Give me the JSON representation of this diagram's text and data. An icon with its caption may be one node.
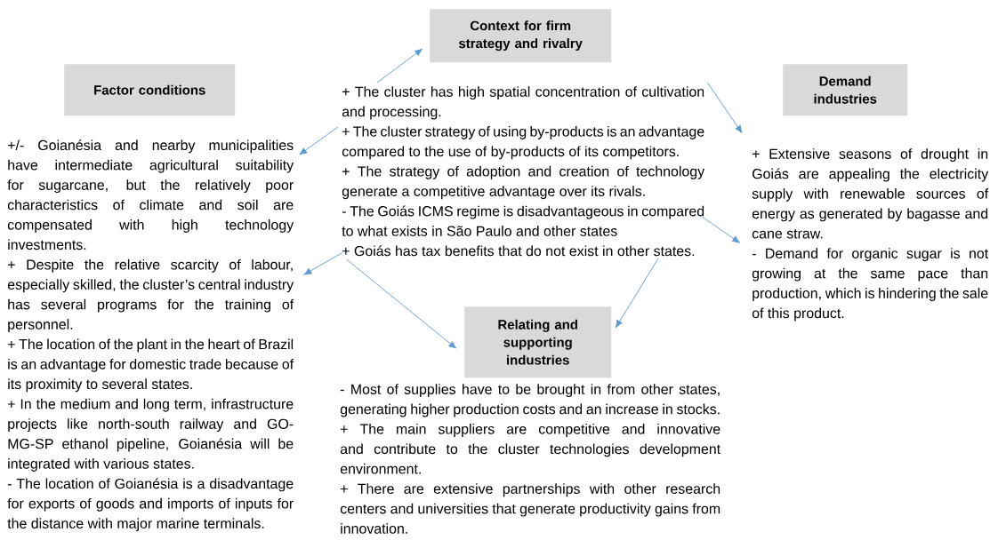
{
  "diagram": {
    "nodes": [
      {
        "text": [
          "Context for firm strategy and rivalry"
        ]
      },
      {
        "text": [
          "Factor conditions"
        ]
      },
      {
        "text": [
          "+/- Goianésia and nearby municipalities have intermediate agricultural suitability for sugarcane, but the relatively poor characteristics of climate and soil are compensated with high technology investments.",
          "+ Despite the relative scarcity of labour, especially skilled, the cluster’s central industry has several programs for the training of personnel.",
          "+ The location of the plant in the heart of Brazil is an advantage for domestic trade because of its proximity to several states.",
          "+ In the medium and long term, infrastructure projects like north-south railway and GO-MG-SP ethanol pipeline, Goianésia will be integrated with various states.",
          "- The location of Goianésia is a disadvantage for exports of goods and imports of inputs for the distance with major marine terminals."
        ]
      },
      {
        "text": [
          "+ The cluster has high spatial concentration of cultivation and processing.",
          "+ The cluster strategy of using by-products is an advantage compared to the use of by-products of its competitors.",
          "+ The strategy of adoption and creation of technology generate a competitive advantage over its rivals.",
          "- The Goiás ICMS regime is disadvantageous in compared to what exists in São Paulo and other states",
          "+ Goiás has tax benefits that do not exist in other states."
        ]
      },
      {
        "text": [
          "Demand industries"
        ]
      },
      {
        "text": [
          "+ Extensive seasons of drought in Goiás are appealing the electricity supply with renewable sources of energy as generated by bagasse and cane straw.",
          "- Demand for organic sugar is not growing at the same pace than production, which is hindering the sale of this product."
        ]
      },
      {
        "text": [
          "Relating and supporting industries"
        ]
      },
      {
        "text": [
          "- Most of supplies have to be brought in from other states, generating higher production costs and an increase in stocks.",
          "+ The main suppliers are competitive and innovative and contribute to the cluster technologies development environment.",
          "+ There are extensive partnerships with other research centers and universities that generate productivity gains from innovation."
        ]
      }
    ],
    "edges": [
      {
        "from": 3,
        "to": 0,
        "arrow": "to"
      },
      {
        "from": 3,
        "to": 2,
        "arrow": "to"
      },
      {
        "from": 3,
        "to": 5,
        "arrow": "to"
      },
      {
        "from": 3,
        "to": 2,
        "arrow": "to"
      },
      {
        "from": 3,
        "to": 6,
        "arrow": "to"
      },
      {
        "from": 3,
        "to": 6,
        "arrow": "to"
      },
      {
        "from": 3,
        "to": 5,
        "arrow": "to"
      }
    ]
  }
}
